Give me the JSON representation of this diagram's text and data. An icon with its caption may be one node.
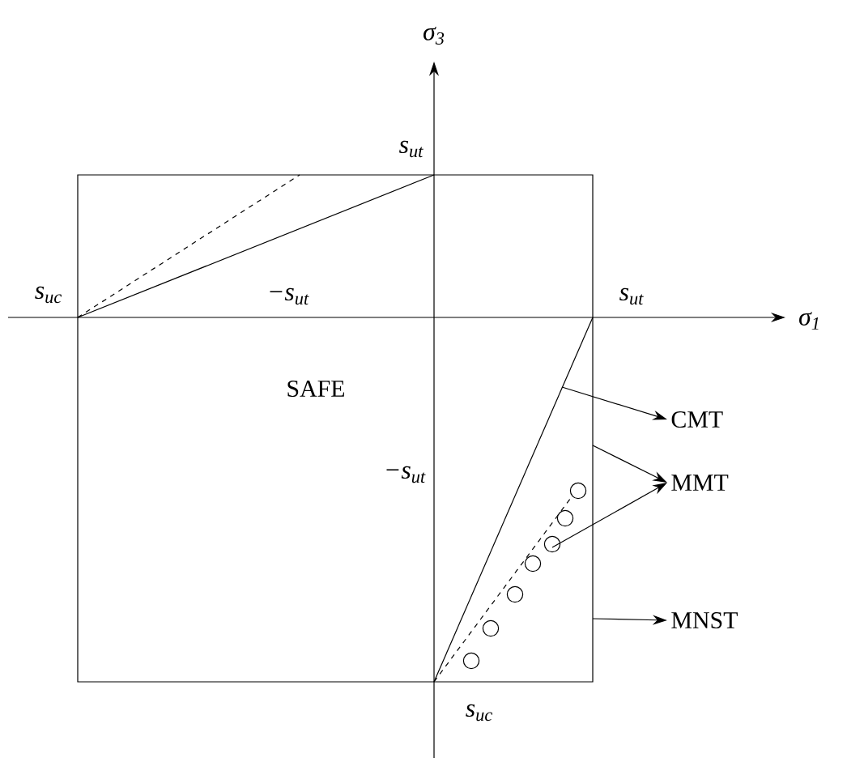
{
  "diagram": {
    "nodes": [
      {
        "text": [
          "CMT"
        ]
      },
      {
        "text": [
          "MMT"
        ]
      },
      {
        "text": [
          "MNST"
        ]
      }
    ],
    "edges": [
      {
        "from": null,
        "to": 0,
        "arrow": "to"
      },
      {
        "from": null,
        "to": 1,
        "arrow": "to"
      },
      {
        "from": null,
        "to": 1,
        "arrow": "to"
      },
      {
        "from": null,
        "to": 2,
        "arrow": "to"
      }
    ],
    "labels": [
      "σ$_{3}$",
      "s$_{ut}$",
      "s$_{uc}$",
      "−s$_{ut}$",
      "s$_{ut}$",
      "σ$_{1}$",
      "SAFE",
      "−s$_{ut}$",
      "s$_{uc}$"
    ]
  }
}
